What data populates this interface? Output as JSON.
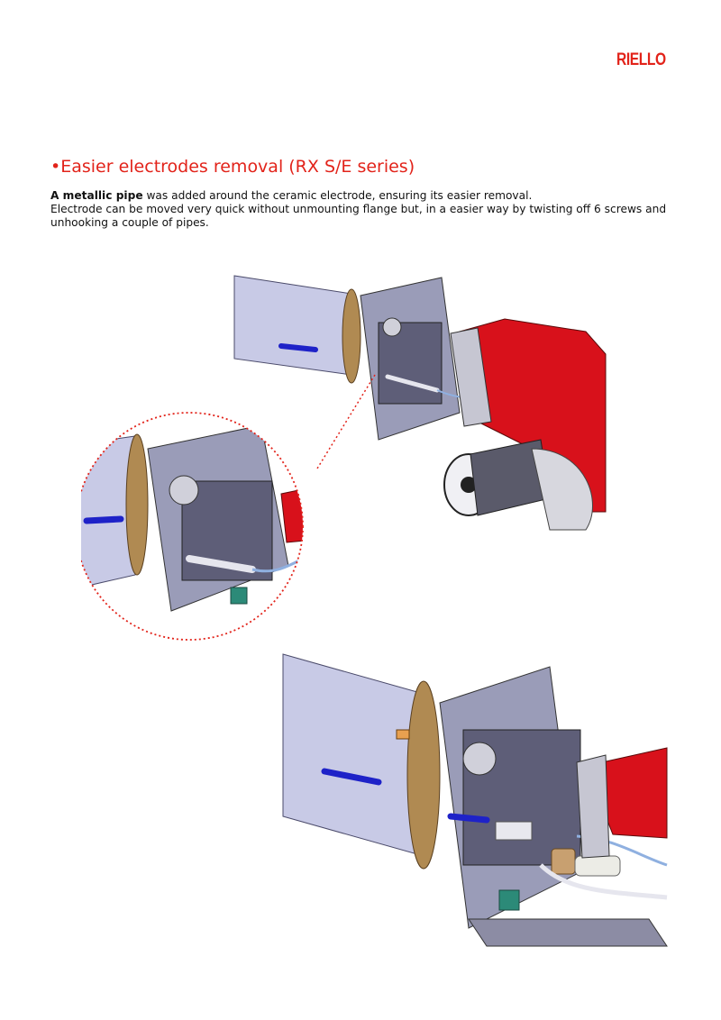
{
  "brand": {
    "logo_text": "RIELLO",
    "color": "#e2231a"
  },
  "heading": {
    "bullet": "•",
    "text": "Easier electrodes removal (RX S/E series)",
    "color": "#e2231a"
  },
  "paragraph": {
    "bold_lead": "A metallic pipe",
    "line1_rest": " was added around the ceramic electrode, ensuring its easier removal.",
    "line2": "Electrode can be moved very quick without unmounting flange but, in a easier way by twisting off 6 screws and unhooking a couple of  pipes."
  },
  "figures": {
    "top_render_icon": "burner-render-icon",
    "detail_callout_icon": "magnifier-detail-icon",
    "bottom_render_icon": "burner-closeup-icon",
    "burner_color": "#d8111b",
    "tube_color": "#c7c9e6",
    "electrode_pipe_color": "#1e22c8"
  }
}
